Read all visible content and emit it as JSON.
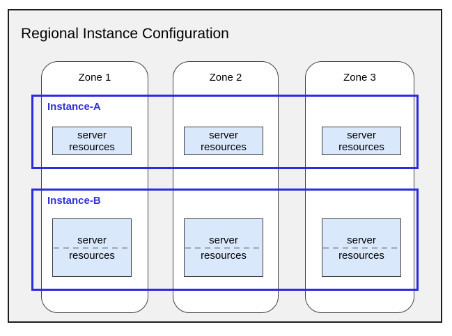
{
  "diagram": {
    "title": "Regional Instance Configuration",
    "zones": [
      {
        "label": "Zone 1"
      },
      {
        "label": "Zone 2"
      },
      {
        "label": "Zone 3"
      }
    ],
    "instances": [
      {
        "label": "Instance-A"
      },
      {
        "label": "Instance-B"
      }
    ],
    "resource_label": {
      "line1": "server",
      "line2": "resources"
    },
    "colors": {
      "region_background": "#f1f1f1",
      "region_border": "#1c1c1c",
      "zone_fill": "#ffffff",
      "zone_border": "#424242",
      "instance_accent": "#2b2be0",
      "resource_fill": "#dae8fc",
      "resource_border": "#3d3d3d"
    }
  }
}
